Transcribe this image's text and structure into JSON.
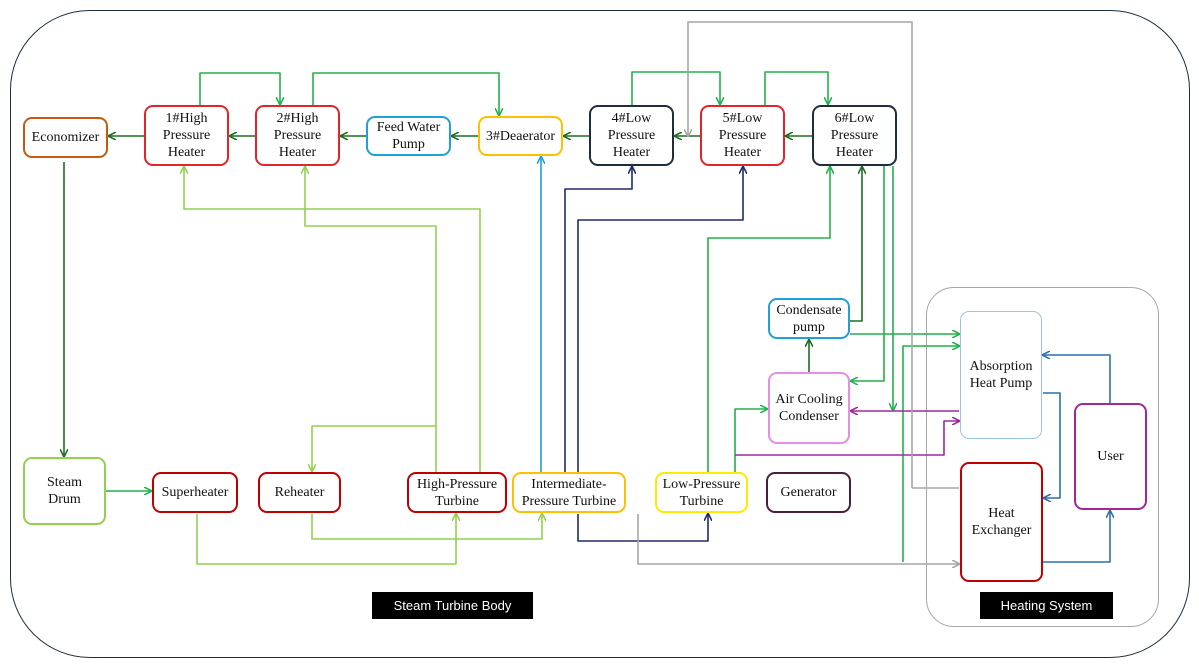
{
  "colors": {
    "dark_green": "#1f6b25",
    "green": "#22b14c",
    "light_green": "#92d050",
    "navy": "#1f2a6b",
    "blue": "#2f6fa8",
    "cyan": "#1fa0d8",
    "gray": "#a6a6a6",
    "purple": "#a0289c"
  },
  "nodes": {
    "economizer": {
      "label": "Economizer",
      "border": "#c55a11"
    },
    "hp_heater_1": {
      "label": "1#High\nPressure\nHeater",
      "border": "#e0262a"
    },
    "hp_heater_2": {
      "label": "2#High\nPressure\nHeater",
      "border": "#e0262a"
    },
    "feed_water_pump": {
      "label": "Feed Water\nPump",
      "border": "#1fa0d8"
    },
    "deaerator": {
      "label": "3#Deaerator",
      "border": "#ffc000"
    },
    "lp_heater_4": {
      "label": "4#Low\nPressure\nHeater",
      "border": "#1f2d3d"
    },
    "lp_heater_5": {
      "label": "5#Low\nPressure\nHeater",
      "border": "#e0262a"
    },
    "lp_heater_6": {
      "label": "6#Low\nPressure\nHeater",
      "border": "#1f2d3d"
    },
    "condensate_pump": {
      "label": "Condensate\npump",
      "border": "#1fa0d8"
    },
    "air_cooling_condenser": {
      "label": "Air Cooling\nCondenser",
      "border": "#e58ee5"
    },
    "absorption_heat_pump": {
      "label": "Absorption\nHeat Pump",
      "border": "#9dc3e6"
    },
    "heat_exchanger": {
      "label": "Heat\nExchanger",
      "border": "#c00000"
    },
    "user": {
      "label": "User",
      "border": "#a0289c"
    },
    "steam_drum": {
      "label": "Steam\nDrum",
      "border": "#92d050"
    },
    "superheater": {
      "label": "Superheater",
      "border": "#c00000"
    },
    "reheater": {
      "label": "Reheater",
      "border": "#c00000"
    },
    "hp_turbine": {
      "label": "High-Pressure\nTurbine",
      "border": "#c00000"
    },
    "ip_turbine": {
      "label": "Intermediate-\nPressure Turbine",
      "border": "#ffc000"
    },
    "lp_turbine": {
      "label": "Low-Pressure\nTurbine",
      "border": "#ffeb00"
    },
    "generator": {
      "label": "Generator",
      "border": "#4b1e3d"
    }
  },
  "labels": {
    "steam_turbine_body": "Steam Turbine Body",
    "heating_system": "Heating System"
  }
}
